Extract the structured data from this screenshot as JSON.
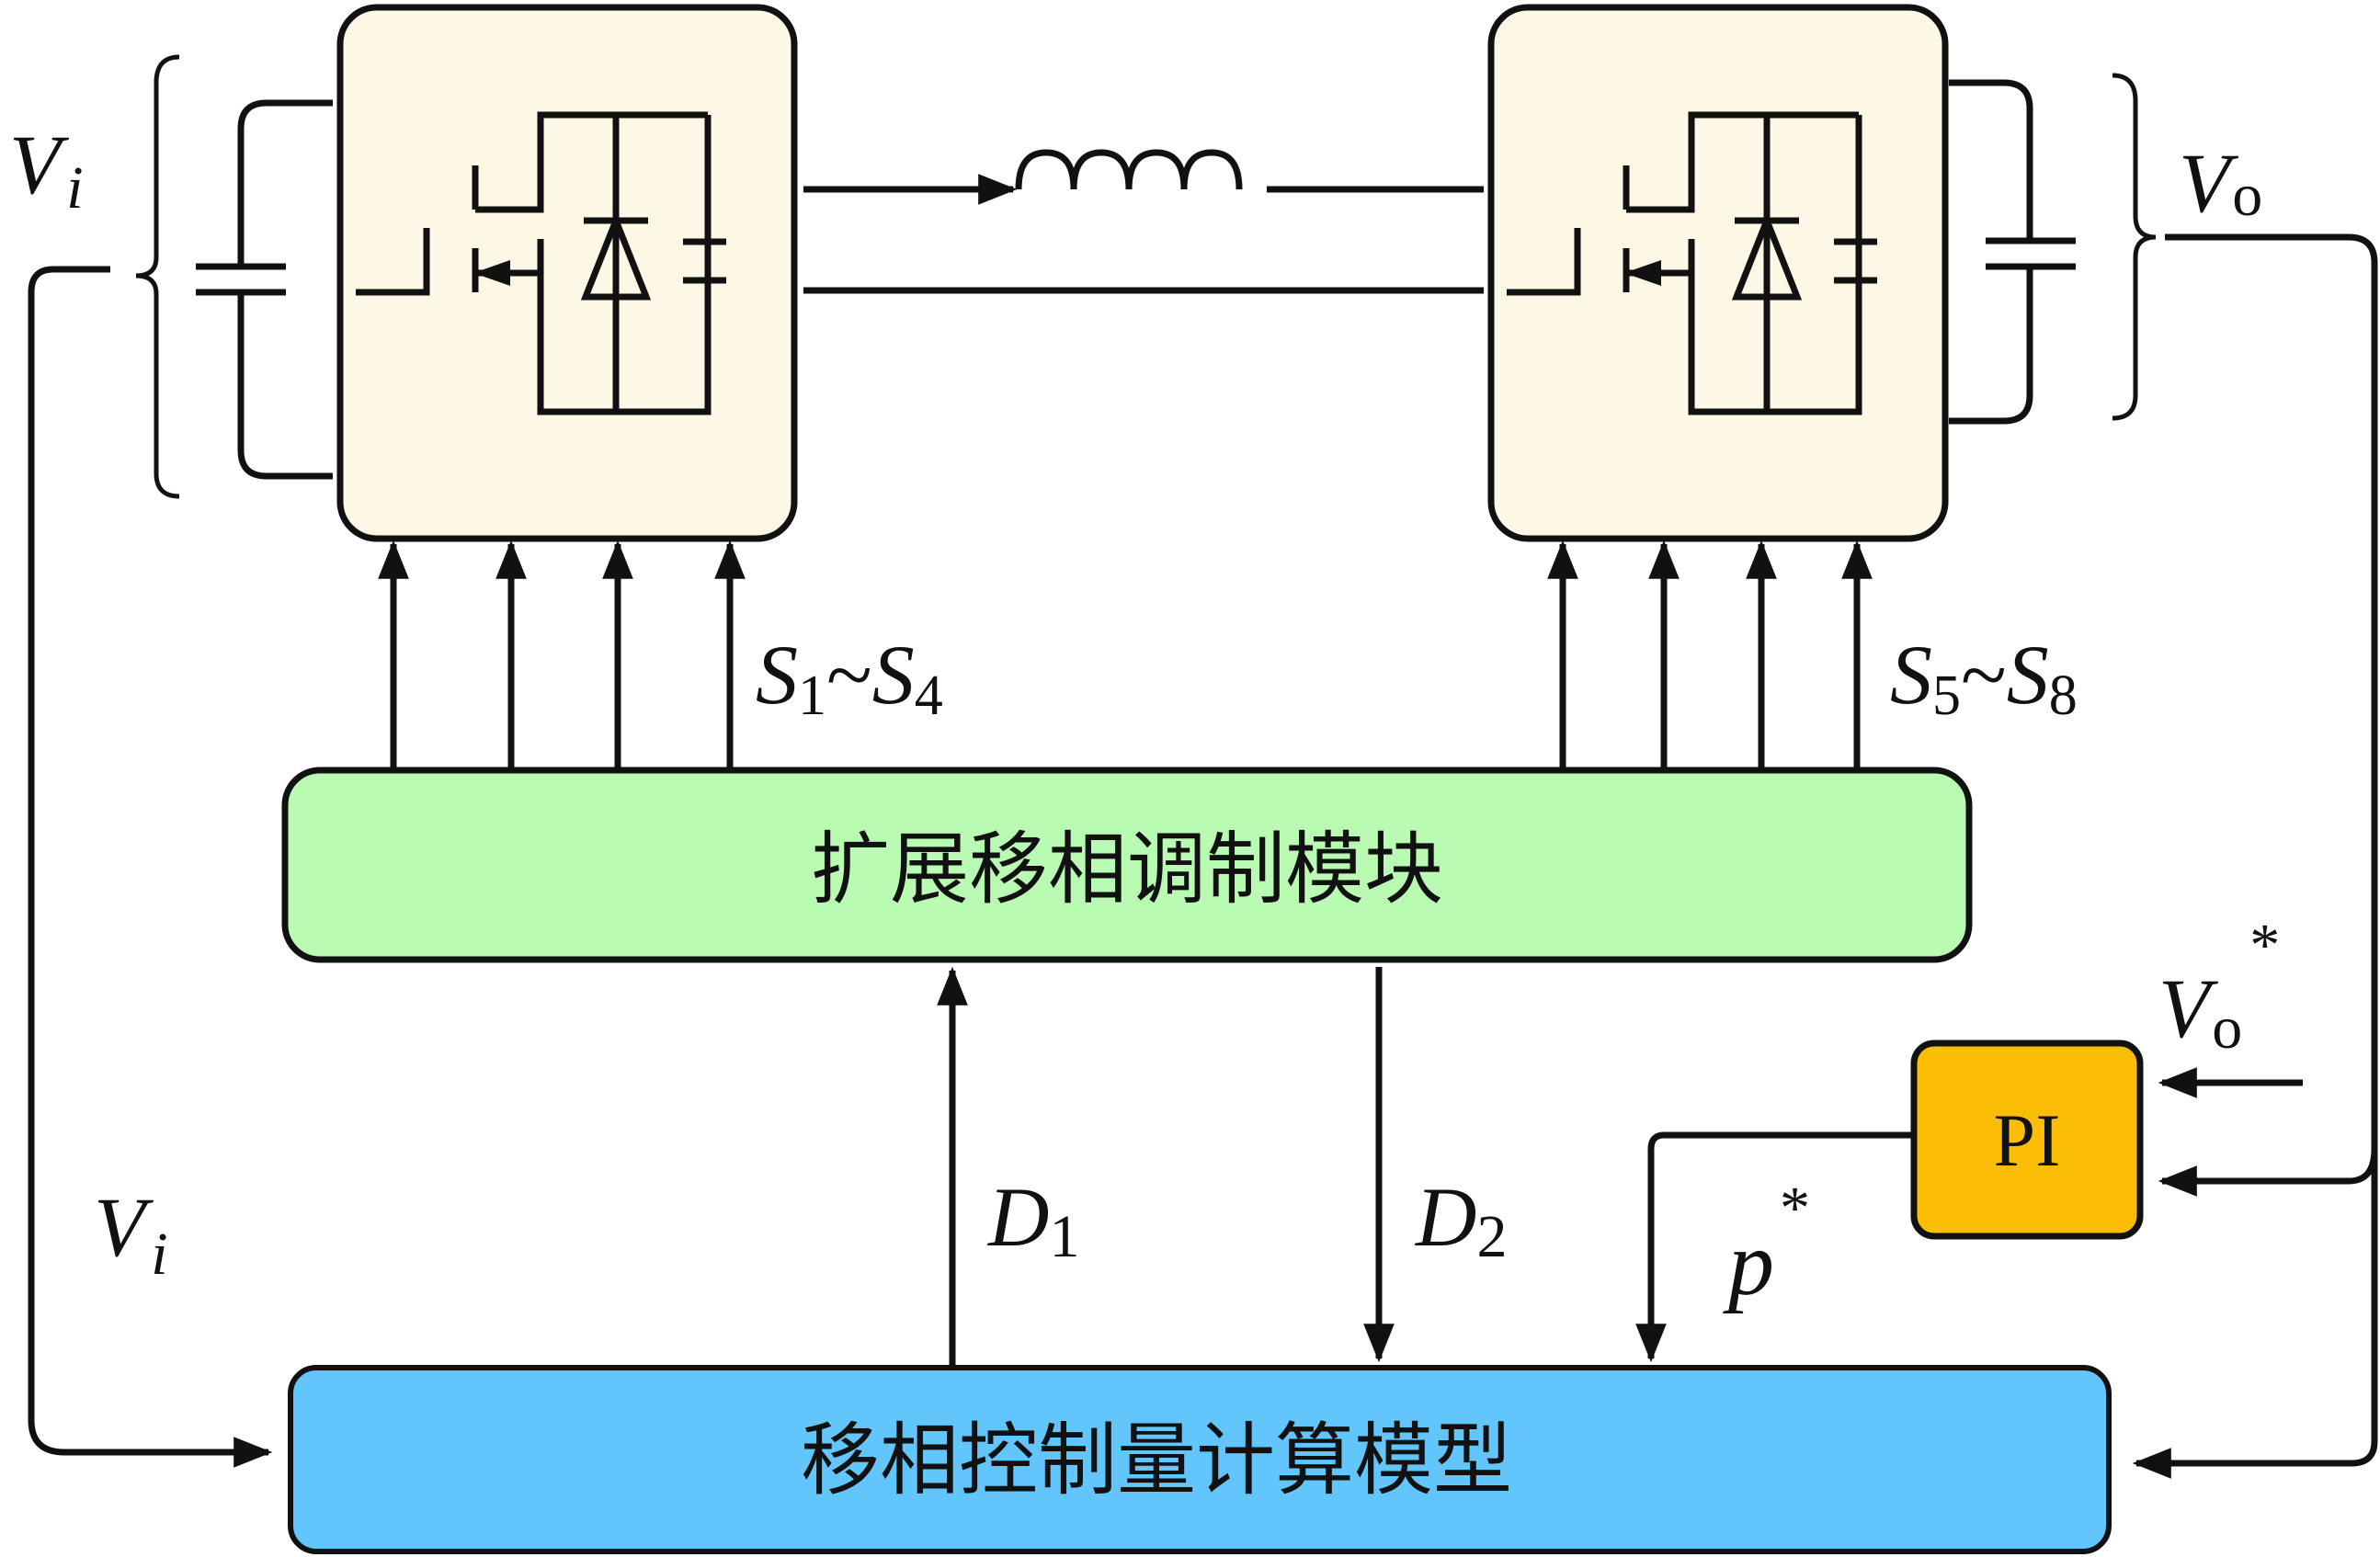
{
  "labels": {
    "vi_top": {
      "main": "V",
      "sub": "i"
    },
    "vo_top": {
      "main": "V",
      "sub": "o"
    },
    "s14": {
      "a": "S",
      "a_sub": "1",
      "tilde": "~",
      "b": "S",
      "b_sub": "4"
    },
    "s58": {
      "a": "S",
      "a_sub": "5",
      "tilde": "~",
      "b": "S",
      "b_sub": "8"
    },
    "vo_ref": {
      "main": "V",
      "sub": "o",
      "sup": "*"
    },
    "pi": "PI",
    "d1": {
      "main": "D",
      "sub": "1"
    },
    "d2": {
      "main": "D",
      "sub": "2"
    },
    "p_ref": {
      "main": "p",
      "sup": "*"
    },
    "vi_bottom": {
      "main": "V",
      "sub": "i"
    }
  },
  "blocks": {
    "esp_module": "扩展移相调制模块",
    "phase_calc_model": "移相控制量计算模型"
  },
  "colors": {
    "bridge_fill": "#fdf8e6",
    "esp_fill": "#b9fbb2",
    "calc_fill": "#62c5fb",
    "pi_fill": "#fbbd05",
    "stroke": "#111111"
  }
}
